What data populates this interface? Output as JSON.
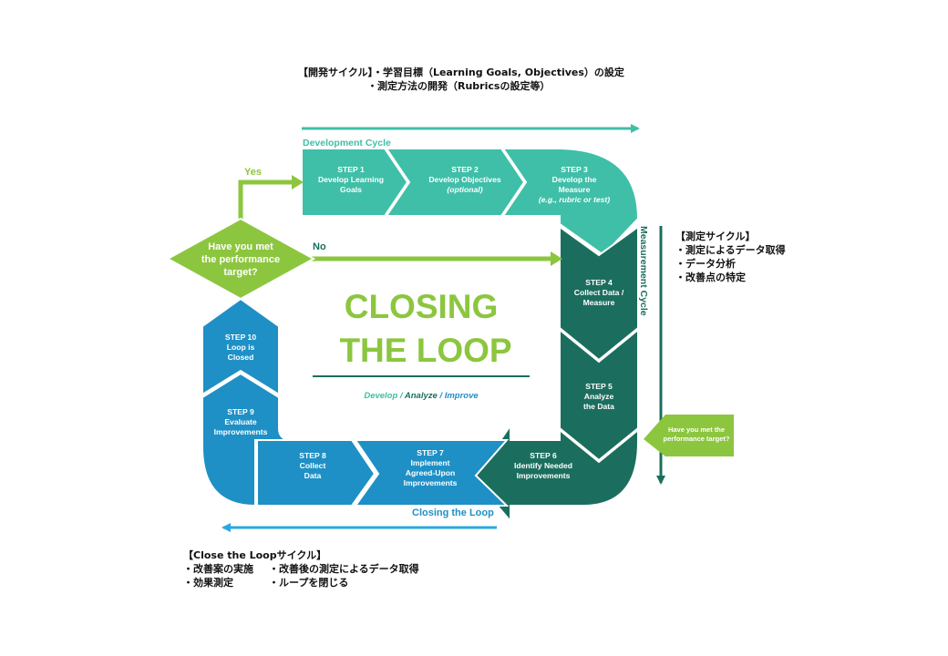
{
  "annotations": {
    "dev_cycle_line1": "【開発サイクル】・学習目標（Learning Goals, Objectives）の設定",
    "dev_cycle_line2": "・測定方法の開発（Rubricsの設定等）",
    "measure_title": "【測定サイクル】",
    "measure_items": [
      "・測定によるデータ取得",
      "・データ分析",
      "・改善点の特定"
    ],
    "close_title": "【Close the Loopサイクル】",
    "close_col1": [
      "・改善案の実施",
      "・効果測定"
    ],
    "close_col2": [
      "・改善後の測定によるデータ取得",
      "・ループを閉じる"
    ]
  },
  "diagram": {
    "development_cycle_label": "Development Cycle",
    "measurement_cycle_label": "Measurement Cycle",
    "closing_loop_label": "Closing the Loop",
    "title_line1": "CLOSING",
    "title_line2": "THE LOOP",
    "tagline_develop": "Develop /",
    "tagline_analyze": "Analyze",
    "tagline_improve": "/ Improve",
    "decision_lines": [
      "Have you met",
      "the performance",
      "target?"
    ],
    "decision_yes": "Yes",
    "decision_no": "No",
    "side_tag_lines": [
      "Have you met the",
      "performance target?"
    ],
    "steps": [
      {
        "lines": [
          "STEP 1",
          "Develop Learning",
          "Goals"
        ]
      },
      {
        "lines": [
          "STEP 2",
          "Develop Objectives",
          "(optional)"
        ]
      },
      {
        "lines": [
          "STEP 3",
          "Develop the",
          "Measure",
          "(e.g., rubric or test)"
        ]
      },
      {
        "lines": [
          "STEP 4",
          "Collect Data /",
          "Measure"
        ]
      },
      {
        "lines": [
          "STEP 5",
          "Analyze",
          "the Data"
        ]
      },
      {
        "lines": [
          "STEP 6",
          "Identify Needed",
          "Improvements"
        ]
      },
      {
        "lines": [
          "STEP 7",
          "Implement",
          "Agreed-Upon",
          "Improvements"
        ]
      },
      {
        "lines": [
          "STEP 8",
          "Collect",
          "Data"
        ]
      },
      {
        "lines": [
          "STEP 9",
          "Evaluate",
          "Improvements"
        ]
      },
      {
        "lines": [
          "STEP 10",
          "Loop is",
          "Closed"
        ]
      }
    ]
  },
  "colors": {
    "dev_teal": "#3fbfa8",
    "measure_green": "#1b6e5e",
    "loop_blue": "#1e90c6",
    "decision_green": "#8cc63f",
    "title_green": "#8cc63f"
  }
}
